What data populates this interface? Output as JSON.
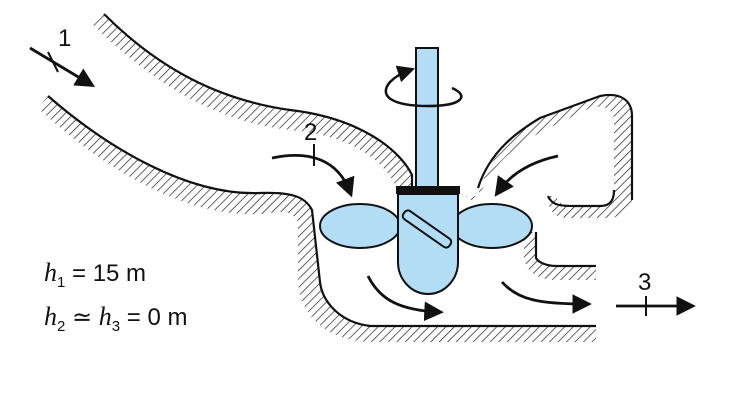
{
  "stations": {
    "s1": "1",
    "s2": "2",
    "s3": "3"
  },
  "equations": {
    "eq1": {
      "var": "h",
      "sub": "1",
      "rel": " = 15 m"
    },
    "eq2": {
      "var_a": "h",
      "sub_a": "2",
      "rel_a": " ≃ ",
      "var_b": "h",
      "sub_b": "3",
      "rel_b": " = 0 m"
    }
  },
  "colors": {
    "water_fill": "#b3dcf5",
    "outline": "#111111",
    "hatch": "#222222",
    "background": "#ffffff"
  }
}
